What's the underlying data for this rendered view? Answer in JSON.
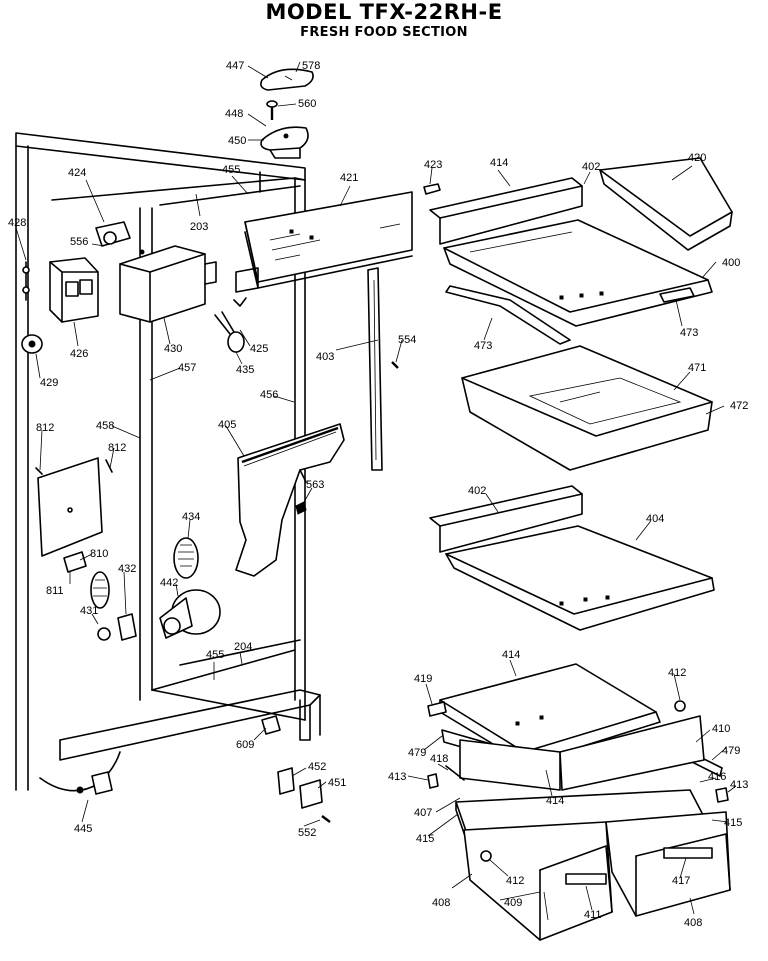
{
  "title": "MODEL TFX-22RH-E",
  "subtitle": "FRESH FOOD SECTION",
  "labels": [
    "447",
    "578",
    "560",
    "448",
    "450",
    "455",
    "203",
    "421",
    "423",
    "414",
    "402",
    "420",
    "424",
    "428",
    "556",
    "426",
    "430",
    "429",
    "425",
    "435",
    "457",
    "403",
    "554",
    "400",
    "473",
    "473",
    "471",
    "472",
    "458",
    "456",
    "812",
    "812",
    "405",
    "563",
    "810",
    "811",
    "434",
    "442",
    "432",
    "431",
    "455",
    "204",
    "402",
    "404",
    "609",
    "452",
    "451",
    "552",
    "445",
    "414",
    "419",
    "412",
    "410",
    "479",
    "479",
    "418",
    "413",
    "416",
    "413",
    "407",
    "414",
    "415",
    "415",
    "412",
    "408",
    "409",
    "411",
    "417",
    "408"
  ]
}
